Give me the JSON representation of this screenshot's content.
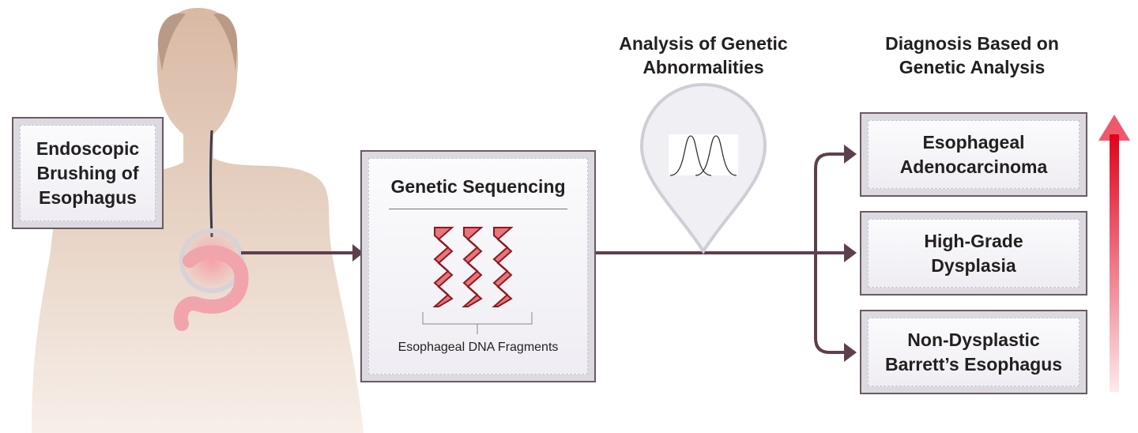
{
  "headings": {
    "analysis": [
      "Analysis of Genetic",
      "Abnormalities"
    ],
    "diagnosis": [
      "Diagnosis Based on",
      "Genetic Analysis"
    ]
  },
  "steps": {
    "brushing": [
      "Endoscopic",
      "Brushing of",
      "Esophagus"
    ],
    "sequencing": {
      "title": "Genetic Sequencing",
      "caption": "Esophageal DNA Fragments"
    }
  },
  "outcomes": [
    [
      "Esophageal",
      "Adenocarcinoma"
    ],
    [
      "High-Grade",
      "Dysplasia"
    ],
    [
      "Non-Dysplastic",
      "Barrett’s Esophagus"
    ]
  ],
  "colors": {
    "arrow": "#5e3f4e",
    "severity": "#e3001b",
    "skin": "#e6cfbf"
  }
}
